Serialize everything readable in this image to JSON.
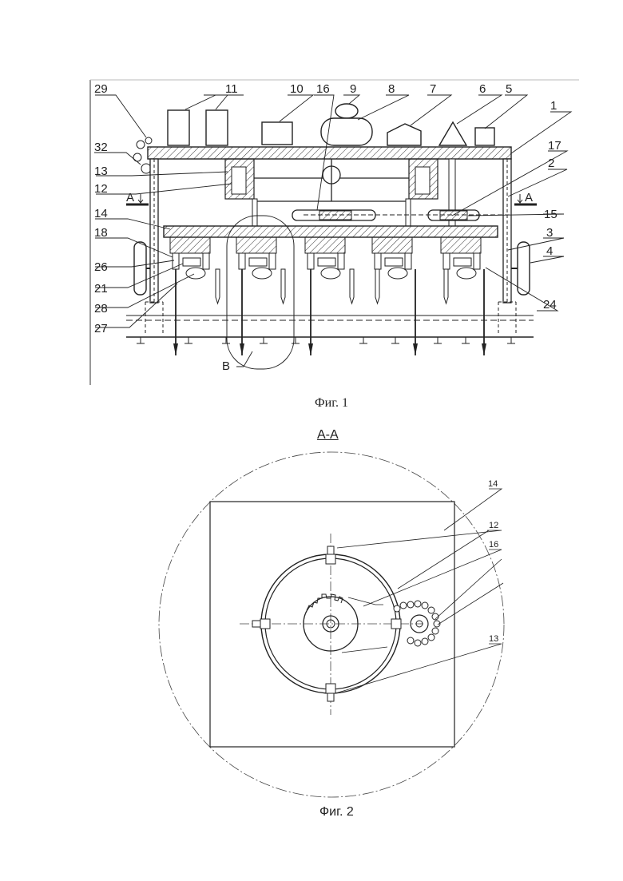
{
  "figure1": {
    "caption": "Фиг. 1",
    "section_marker": "A",
    "detail_label": "B",
    "labels": [
      "29",
      "11",
      "10",
      "16",
      "9",
      "8",
      "7",
      "6",
      "5",
      "1",
      "17",
      "32",
      "13",
      "12",
      "2",
      "15",
      "14",
      "18",
      "3",
      "26",
      "4",
      "21",
      "28",
      "27",
      "24"
    ]
  },
  "figure2": {
    "title": "A-A",
    "caption": "Фиг. 2",
    "labels": [
      "14",
      "12",
      "16",
      "13"
    ]
  }
}
